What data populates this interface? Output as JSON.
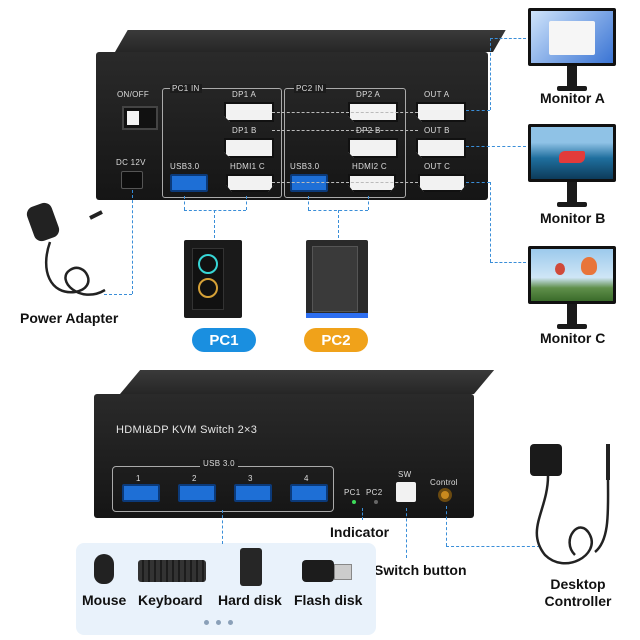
{
  "top_switch": {
    "brand": "",
    "power_label": "ON/OFF",
    "dc_label": "DC 12V",
    "pc1_in": "PC1 IN",
    "pc2_in": "PC2 IN",
    "dp1a": "DP1 A",
    "dp1b": "DP1 B",
    "dp2a": "DP2 A",
    "dp2b": "DP2 B",
    "outa": "OUT A",
    "outb": "OUT B",
    "outc": "OUT C",
    "usb1": "USB3.0",
    "usb2": "USB3.0",
    "hdmi1c": "HDMI1 C",
    "hdmi2c": "HDMI2 C"
  },
  "monitors": [
    "Monitor A",
    "Monitor B",
    "Monitor C"
  ],
  "pcs": [
    {
      "label": "PC1",
      "color": "#1a8fe0"
    },
    {
      "label": "PC2",
      "color": "#f0a21a"
    }
  ],
  "power_adapter": "Power Adapter",
  "front_switch": {
    "title": "HDMI&DP KVM Switch 2×3",
    "usb_label": "USB 3.0",
    "ports": [
      "1",
      "2",
      "3",
      "4"
    ],
    "pc1": "PC1",
    "pc2": "PC2",
    "sw": "SW",
    "control": "Control"
  },
  "callouts": {
    "indicator": "Indicator",
    "switch_button": "Switch button",
    "desktop_controller": "Desktop\nController"
  },
  "accessories": [
    "Mouse",
    "Keyboard",
    "Hard disk",
    "Flash disk"
  ],
  "colors": {
    "accent": "#3a8ed8",
    "usb_blue": "#1e6fd6",
    "device": "#1c1c1c"
  }
}
